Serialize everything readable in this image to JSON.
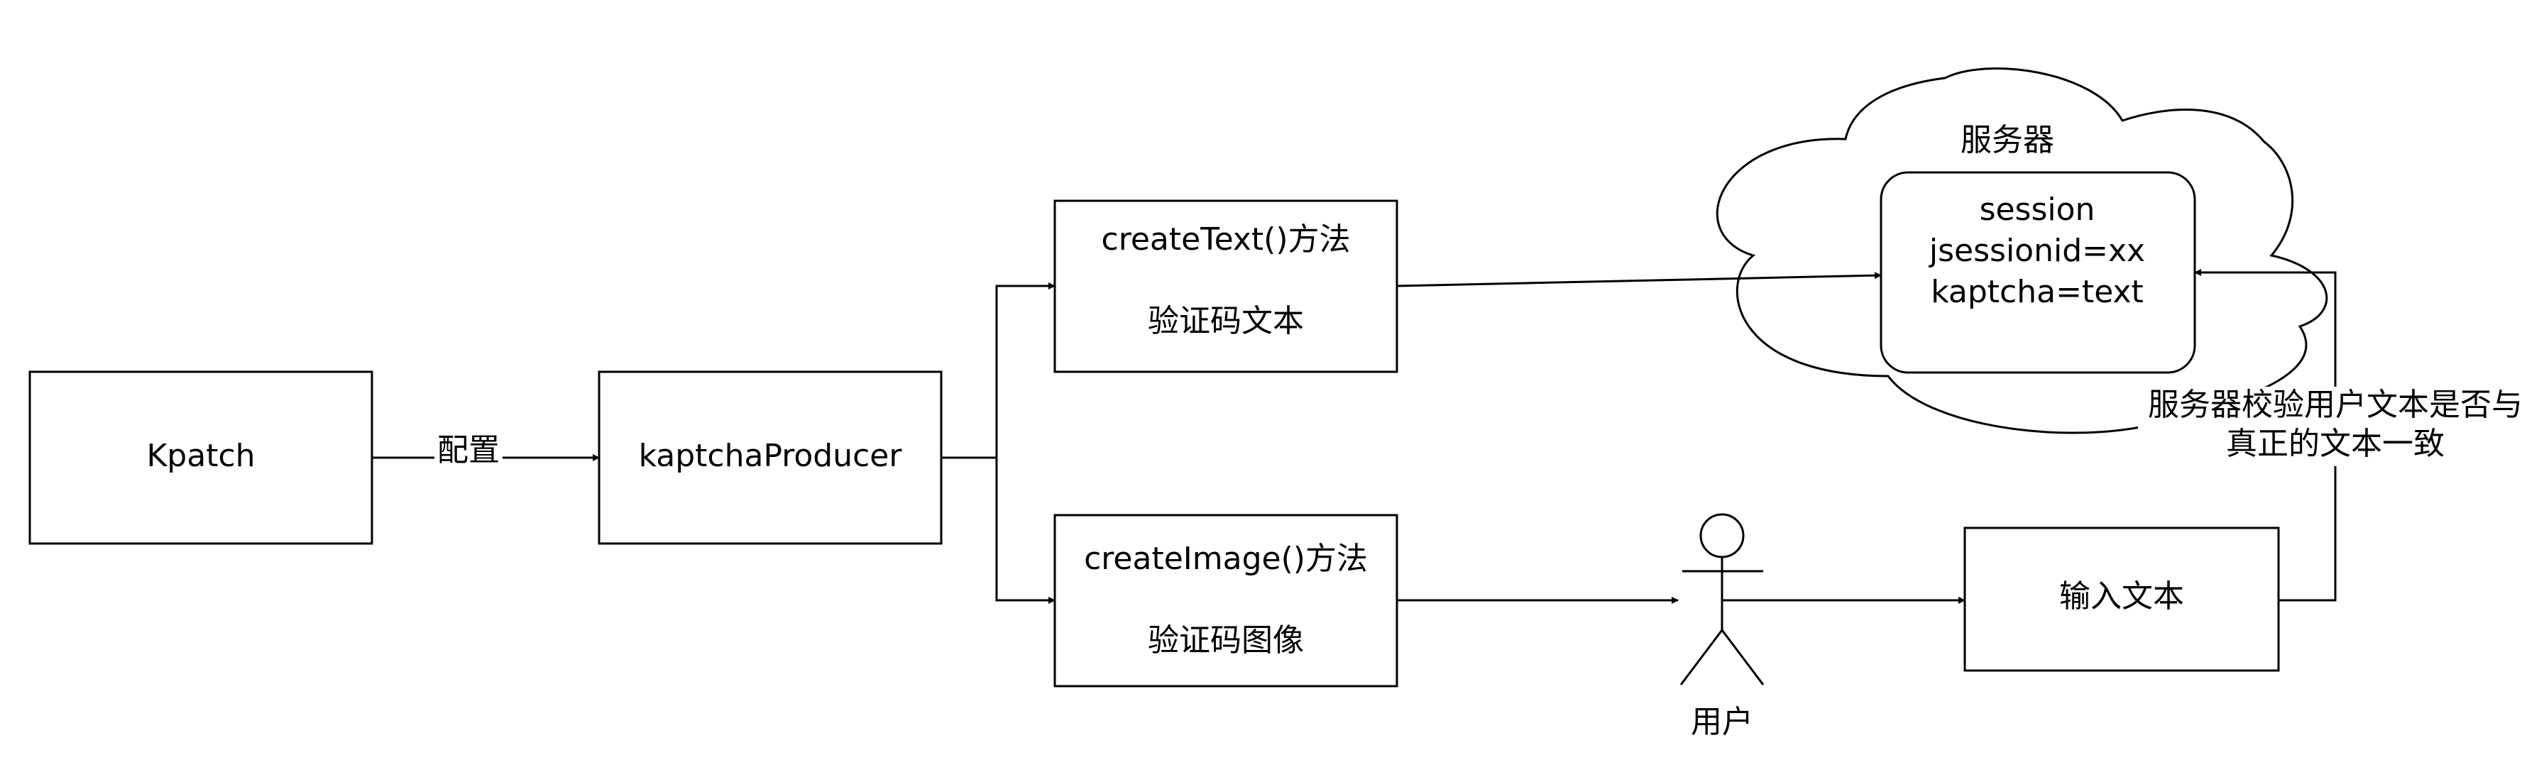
{
  "nodes": {
    "kpatch": {
      "label": "Kpatch"
    },
    "producer": {
      "label": "kaptchaProducer"
    },
    "create_text": {
      "line1": "createText()方法",
      "line2": "验证码文本"
    },
    "create_image": {
      "line1": "createImage()方法",
      "line2": "验证码图像"
    },
    "server": {
      "title": "服务器",
      "session_line1": "session",
      "session_line2": "jsessionid=xx",
      "session_line3": "kaptcha=text"
    },
    "user": {
      "label": "用户"
    },
    "input_text": {
      "label": "输入文本"
    }
  },
  "edges": {
    "config": {
      "label": "配置"
    },
    "validate": {
      "line1": "服务器校验用户文本是否与",
      "line2": "真正的文本一致"
    }
  }
}
